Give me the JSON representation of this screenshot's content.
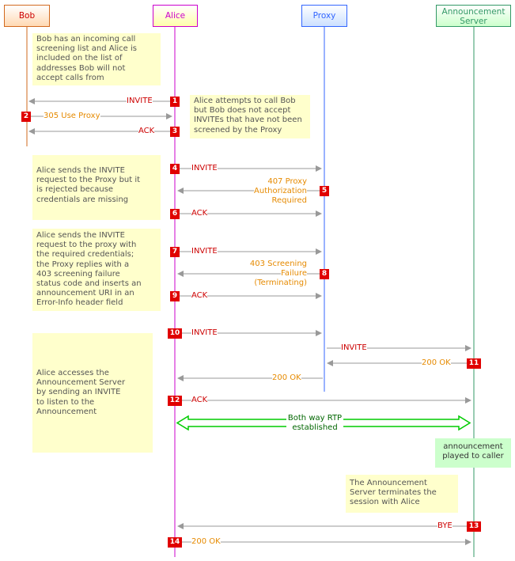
{
  "participants": {
    "bob": "Bob",
    "alice": "Alice",
    "proxy": "Proxy",
    "announcement_server": "Announcement Server"
  },
  "notes": {
    "note1": [
      "Bob has an incoming call",
      "screening list and Alice is",
      "included on the list of",
      "addresses Bob will not",
      "accept calls from"
    ],
    "note2": [
      "Alice attempts to call Bob",
      "but Bob does not accept",
      "INVITEs that have not been",
      "screened by the Proxy"
    ],
    "note3": [
      "Alice sends the INVITE",
      "request to the Proxy but it",
      "is rejected because",
      "credentials are missing"
    ],
    "note4": [
      "Alice sends the INVITE",
      "request to the proxy with",
      "the required credentials;",
      "the Proxy replies with a",
      "403 screening failure",
      "status code and inserts an",
      "announcement URI in an",
      "Error-Info header field"
    ],
    "note5": [
      "Alice accesses the",
      "Announcement Server",
      "by sending an INVITE",
      "to listen to the",
      "Announcement"
    ],
    "note6": [
      "announcement",
      "played to caller"
    ],
    "note7": [
      "The Announcement",
      "Server terminates the",
      "session with Alice"
    ]
  },
  "messages": {
    "m1": "INVITE",
    "m2": "305 Use Proxy",
    "m3": "ACK",
    "m4": "INVITE",
    "m5": [
      "407 Proxy",
      "Authorization",
      "Required"
    ],
    "m6": "ACK",
    "m7": "INVITE",
    "m8": [
      "403 Screening",
      "Failure",
      "(Terminating)"
    ],
    "m9": "ACK",
    "m10": "INVITE",
    "m10b": "INVITE",
    "m11": "200 OK",
    "m11b": "200 OK",
    "m12": "ACK",
    "rtp": [
      "Both way RTP",
      "established"
    ],
    "m13": "BYE",
    "m14": "200 OK"
  },
  "step_numbers": [
    "1",
    "2",
    "3",
    "4",
    "5",
    "6",
    "7",
    "8",
    "9",
    "10",
    "11",
    "12",
    "13",
    "14"
  ],
  "colors": {
    "bob": "#d2691e",
    "alice": "#cc00cc",
    "proxy": "#3366ff",
    "server": "#339966",
    "arrow": "#999999",
    "request": "#cc0000",
    "response": "#e68a00",
    "rtp": "#00cc00"
  }
}
